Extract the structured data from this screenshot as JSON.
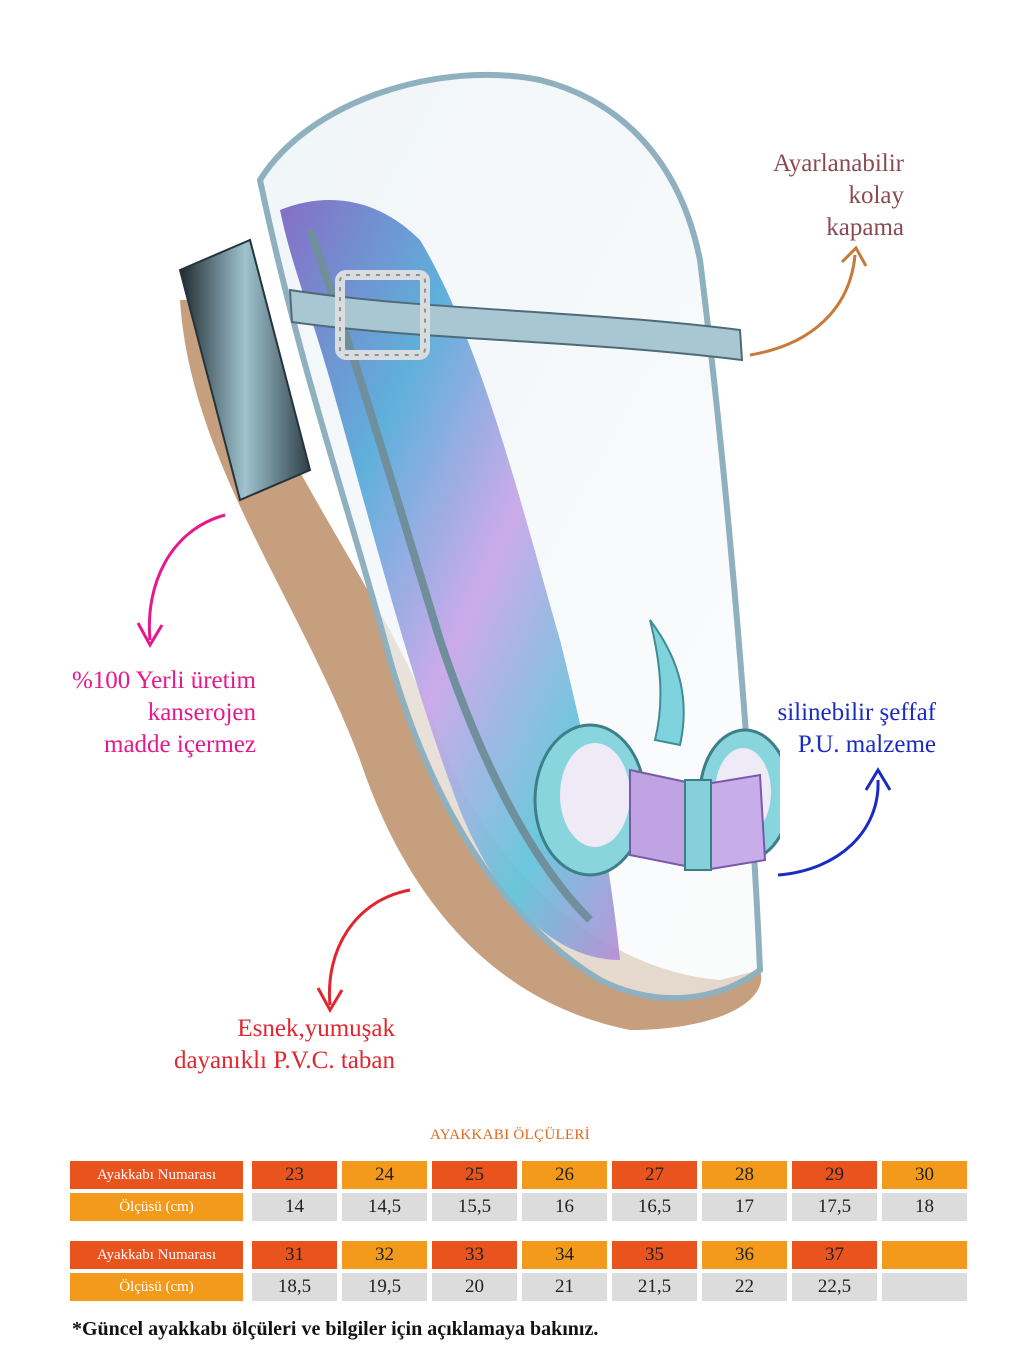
{
  "callouts": {
    "closure": [
      "Ayarlanabilir",
      "kolay",
      "kapama"
    ],
    "local": [
      "%100 Yerli üretim",
      "kanserojen",
      "madde içermez"
    ],
    "material": [
      "silinebilir şeffaf",
      "P.U. malzeme"
    ],
    "sole": [
      "Esnek,yumuşak",
      "dayanıklı P.V.C. taban"
    ]
  },
  "colors": {
    "closure": "#8b4a52",
    "local": "#e6198c",
    "material": "#1a2bc4",
    "sole": "#e0262e",
    "orange_dark": "#e8531e",
    "orange_light": "#f39a1c"
  },
  "size_table": {
    "title": "AYAKKABI ÖLÇÜLERİ",
    "row_label_number": "Ayakkabı Numarası",
    "row_label_measure": "Ölçüsü (cm)",
    "block1": {
      "numbers": [
        "23",
        "24",
        "25",
        "26",
        "27",
        "28",
        "29",
        "30"
      ],
      "measures": [
        "14",
        "14,5",
        "15,5",
        "16",
        "16,5",
        "17",
        "17,5",
        "18"
      ]
    },
    "block2": {
      "numbers": [
        "31",
        "32",
        "33",
        "34",
        "35",
        "36",
        "37",
        ""
      ],
      "measures": [
        "18,5",
        "19,5",
        "20",
        "21",
        "21,5",
        "22",
        "22,5",
        ""
      ]
    }
  },
  "footnote": "*Güncel ayakkabı ölçüleri ve bilgiler için açıklamaya bakınız."
}
